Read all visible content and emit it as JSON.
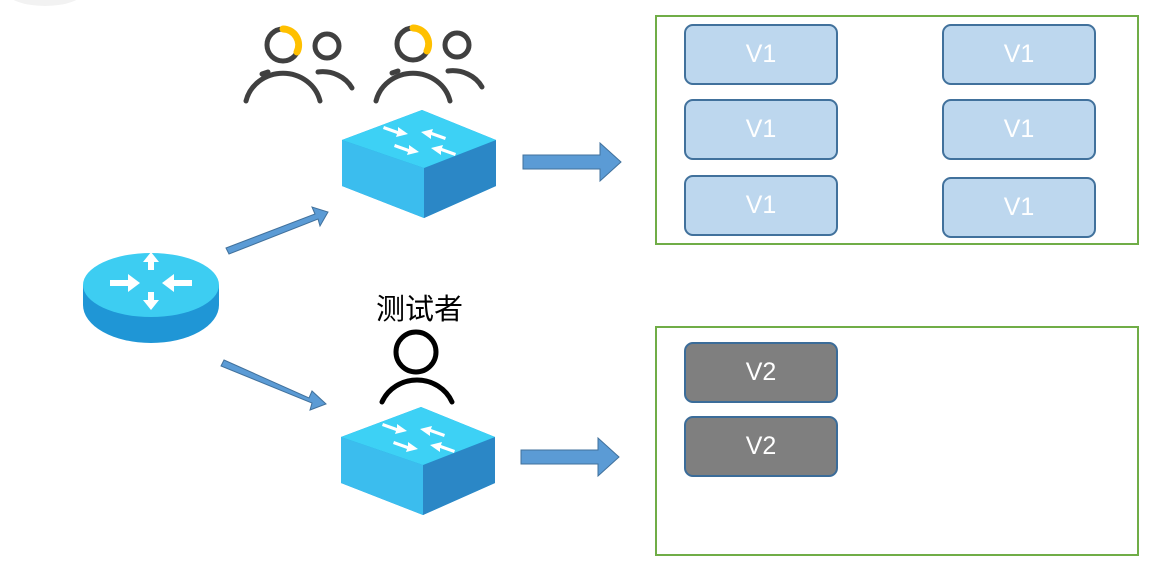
{
  "labels": {
    "tester": "测试者"
  },
  "production_group": {
    "vms": [
      "V1",
      "V1",
      "V1",
      "V1",
      "V1",
      "V1"
    ]
  },
  "test_group": {
    "vms": [
      "V2",
      "V2"
    ]
  },
  "icons": {
    "router": "router-icon",
    "switch": "network-switch-icon",
    "users": "user-group-icon",
    "tester": "person-icon",
    "arrow": "block-arrow-icon"
  },
  "colors": {
    "group_border": "#70ad47",
    "v1_fill": "#bdd7ee",
    "v2_fill": "#7f7f7f",
    "vm_border": "#41719c",
    "arrow_fill": "#5b9bd5",
    "device_top": "#3dcdf2",
    "device_side": "#1f96d6",
    "user_accent": "#ffc000"
  }
}
